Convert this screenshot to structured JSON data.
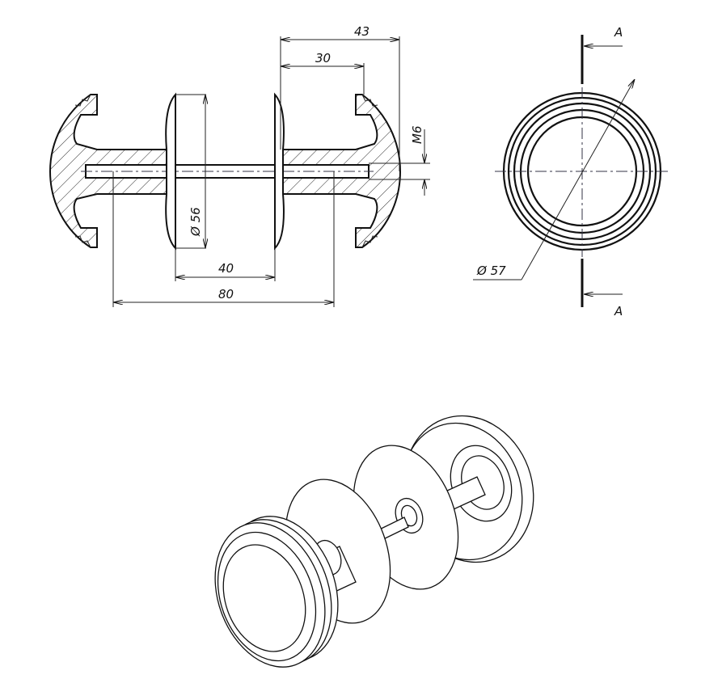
{
  "drawing": {
    "section_view": {
      "dim_overall_right": "43",
      "dim_right_knob": "30",
      "dim_thread": "M6",
      "dim_rose_diameter": "Ø 56",
      "dim_rose_spacing": "40",
      "dim_spindle_length": "80"
    },
    "end_view": {
      "dim_knob_diameter": "Ø 57",
      "section_label_top": "A",
      "section_label_bottom": "A"
    }
  }
}
